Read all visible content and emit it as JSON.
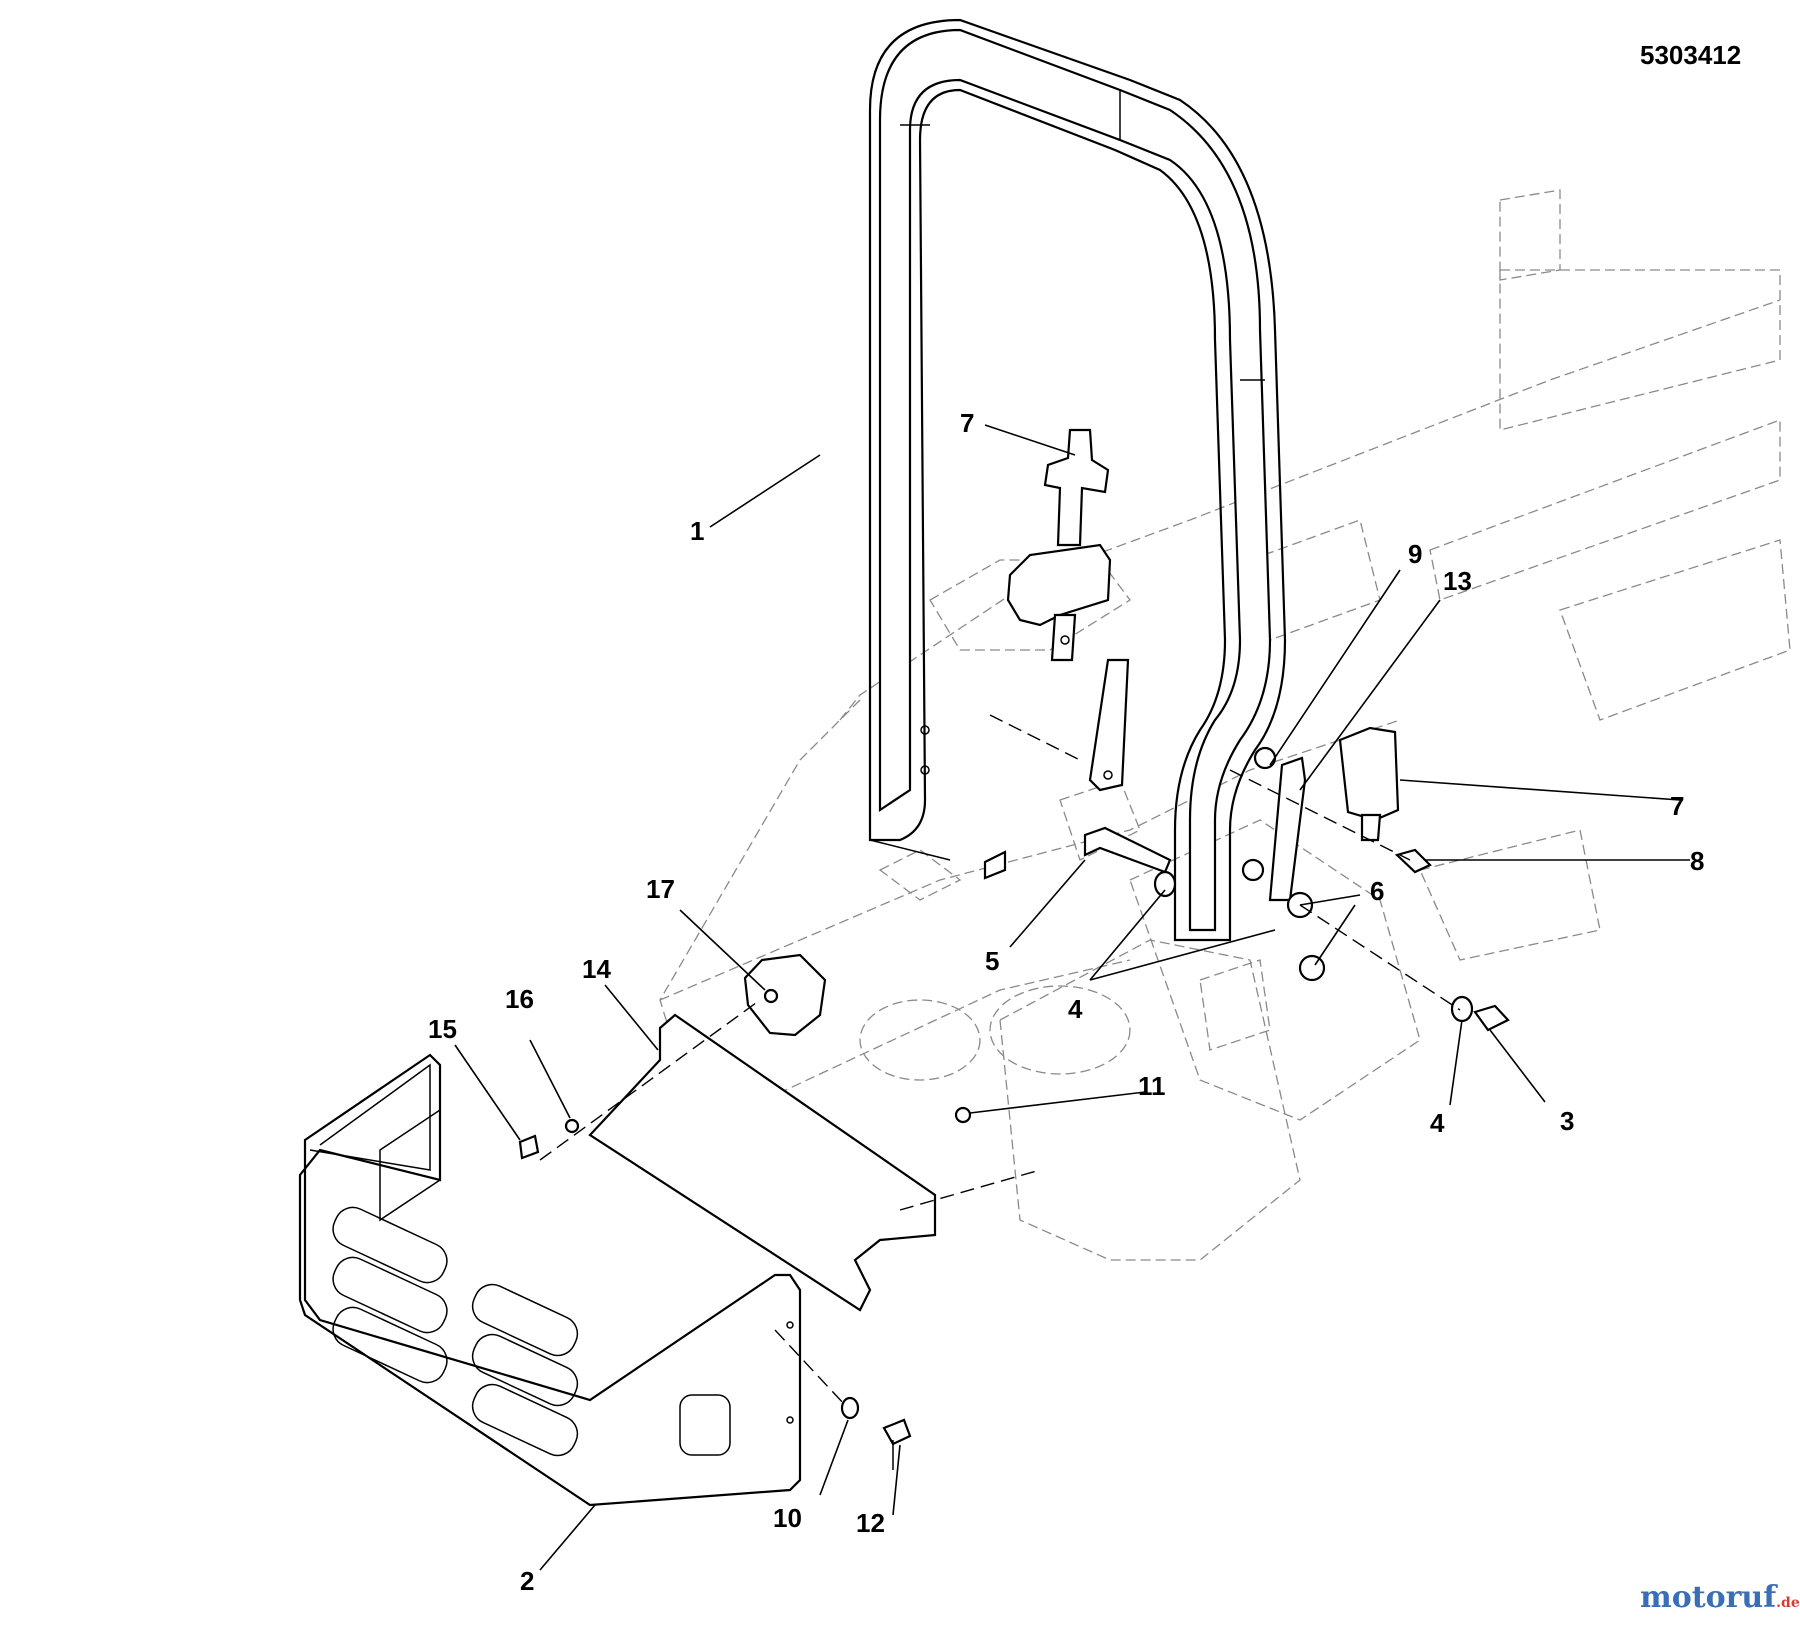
{
  "part_number": "5303412",
  "callouts": [
    "1",
    "2",
    "3",
    "4",
    "4",
    "4",
    "5",
    "6",
    "6",
    "7",
    "7",
    "8",
    "9",
    "10",
    "11",
    "12",
    "13",
    "14",
    "15",
    "16",
    "17"
  ],
  "watermark": {
    "text": "motoruf",
    "suffix": ".de",
    "color_primary": "#3a6fb5",
    "color_accent": "#d93a2f"
  }
}
